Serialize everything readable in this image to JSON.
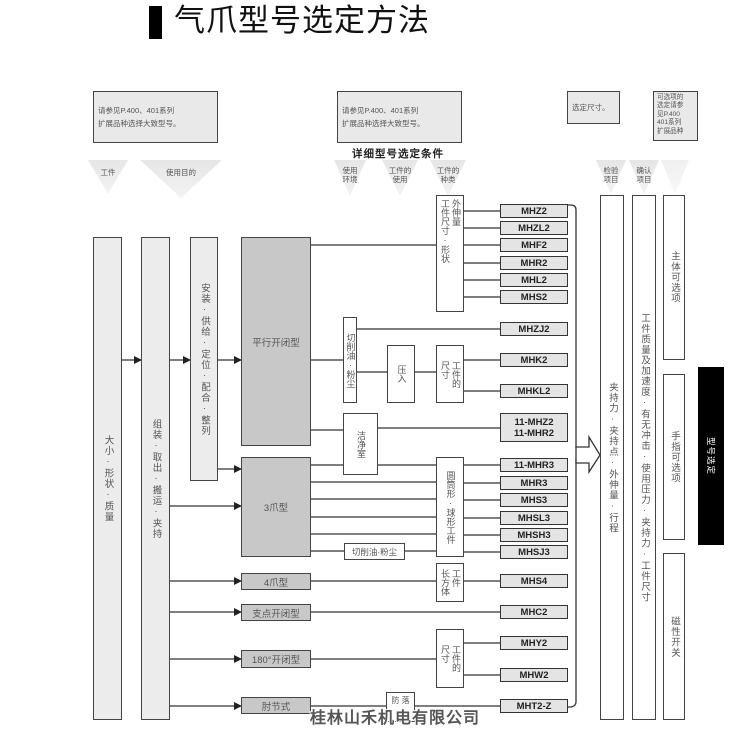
{
  "title": "气爪型号选定方法",
  "notes": [
    {
      "lines": [
        "请参见P.400、401系列",
        "扩展品种选择大致型号。"
      ]
    },
    {
      "lines": [
        "请参见P.400、401系列",
        "扩展品种选择大致型号。"
      ]
    },
    {
      "lines": [
        "选定尺寸。"
      ]
    },
    {
      "lines": [
        "可选项的",
        "选定请参",
        "见P.400",
        "401系列",
        "扩展品种"
      ]
    }
  ],
  "section_heading": "详细型号选定条件",
  "steps": {
    "workpiece": "工件",
    "purpose": "使用目的",
    "environment": "使用\n环境",
    "work_usage": "工件的\n使用",
    "work_kind": "工件的\n种类",
    "check": "检验\n项目",
    "confirm": "确认\n项目"
  },
  "columns": {
    "workpiece": "大小·形状·质量",
    "purpose": "组装·取出·搬运·夹持",
    "purpose_detail": "安装·供给·定位·配合·整列"
  },
  "gripper_types": [
    "平行开闭型",
    "3爪型",
    "4爪型",
    "支点开闭型",
    "180°开闭型",
    "肘节式"
  ],
  "conditions": {
    "overhang_size_shape": "外伸量\n工件尺寸·形状",
    "cutting_oil_dust_v": "切削油·粉尘",
    "press_fit": "压入",
    "work_size_1": "工件的\n尺寸",
    "clean_room": "洁净室",
    "cylindrical_spherical": "圆筒形·球形工件",
    "cutting_oil_dust_h": "切削油·粉尘",
    "rectangular": "工件\n长方体",
    "work_size_2": "工件的\n尺寸",
    "drop_prevention": "防 落"
  },
  "models": [
    "MHZ2",
    "MHZL2",
    "MHF2",
    "MHR2",
    "MHL2",
    "MHS2",
    "MHZJ2",
    "MHK2",
    "MHKL2",
    "11-MHZ2\n11-MHR2",
    "11-MHR3",
    "MHR3",
    "MHS3",
    "MHSL3",
    "MHSH3",
    "MHSJ3",
    "MHS4",
    "MHC2",
    "MHY2",
    "MHW2",
    "MHT2-Z"
  ],
  "check_items": "夹持力·夹持点·外伸量·行程",
  "confirm_items": "工件质量及加速度·有无冲击·使用压力·夹持力·工件尺寸",
  "options": [
    "主体可选项",
    "手指可选项",
    "磁性开关"
  ],
  "final": "型号选定",
  "watermark": "桂林山禾机电有限公司",
  "colors": {
    "type_box": "#c8c8c8",
    "column": "#ececec",
    "model_box": "#e4e4e4",
    "line": "#333333",
    "final_box": "#000000"
  }
}
